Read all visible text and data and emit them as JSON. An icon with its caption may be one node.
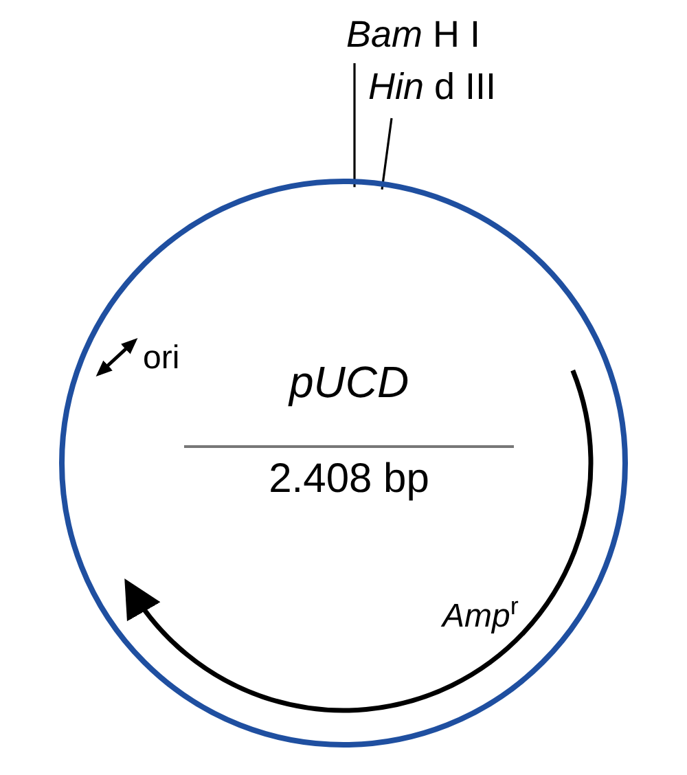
{
  "diagram": {
    "nodes": [
      {
        "text": [
          "pUCD",
          "2.408 bp"
        ]
      },
      {
        "text": [
          "*Bam* H I"
        ]
      },
      {
        "text": [
          "*Hin* d III"
        ]
      }
    ],
    "edges": [
      {
        "from": 1,
        "to": 0,
        "arrow": "none"
      },
      {
        "from": 2,
        "to": 0,
        "arrow": "none"
      }
    ],
    "labels": [
      "ori",
      "*Amp*$^{r}$"
    ]
  }
}
